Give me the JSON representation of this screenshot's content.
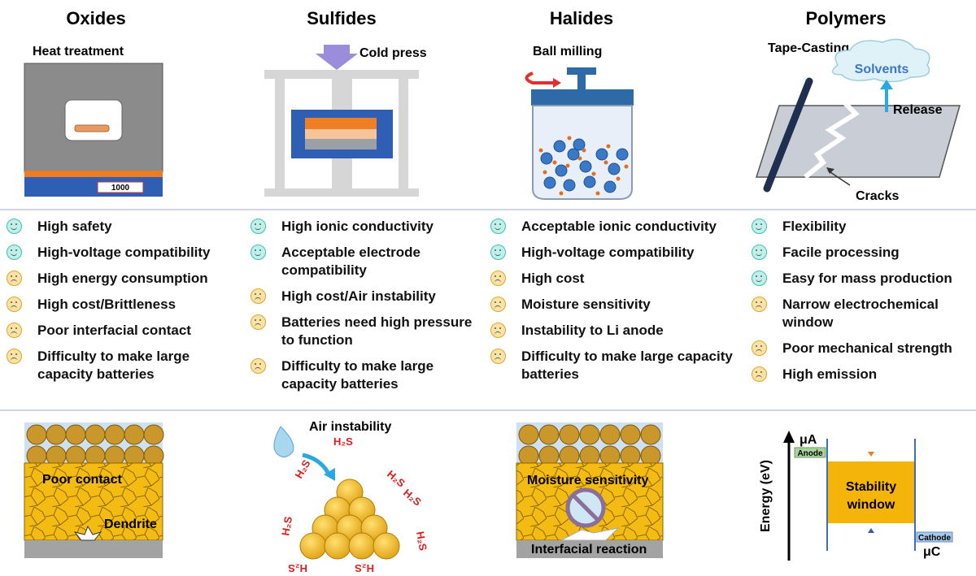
{
  "columns": [
    {
      "title": "Oxides",
      "method": "Heat treatment",
      "display": "1000",
      "items": [
        {
          "text": "High safety",
          "good": true
        },
        {
          "text": "High-voltage compatibility",
          "good": true
        },
        {
          "text": "High energy consumption",
          "good": false
        },
        {
          "text": "High cost/Brittleness",
          "good": false
        },
        {
          "text": "Poor interfacial contact",
          "good": false
        },
        {
          "text": "Difficulty to make large capacity batteries",
          "good": false
        }
      ],
      "bottom_labels": [
        "Poor contact",
        "Dendrite"
      ]
    },
    {
      "title": "Sulfides",
      "method": "Cold press",
      "items": [
        {
          "text": "High ionic conductivity",
          "good": true
        },
        {
          "text": "Acceptable electrode compatibility",
          "good": true
        },
        {
          "text": "High cost/Air instability",
          "good": false
        },
        {
          "text": "Batteries need high pressure to function",
          "good": false
        },
        {
          "text": "Difficulty to make large capacity batteries",
          "good": false
        }
      ],
      "bottom_labels": [
        "Air instability"
      ],
      "gas_label": "H₂S"
    },
    {
      "title": "Halides",
      "method": "Ball milling",
      "items": [
        {
          "text": "Acceptable ionic conductivity",
          "good": true
        },
        {
          "text": "High-voltage compatibility",
          "good": true
        },
        {
          "text": "High cost",
          "good": false
        },
        {
          "text": "Moisture sensitivity",
          "good": false
        },
        {
          "text": "Instability to Li anode",
          "good": false
        },
        {
          "text": "Difficulty to make large capacity batteries",
          "good": false
        }
      ],
      "bottom_labels": [
        "Moisture sensitivity",
        "Interfacial reaction"
      ]
    },
    {
      "title": "Polymers",
      "method": "Tape-Casting",
      "labels": [
        "Solvents",
        "Release",
        "Cracks"
      ],
      "items": [
        {
          "text": "Flexibility",
          "good": true
        },
        {
          "text": "Facile processing",
          "good": true
        },
        {
          "text": "Easy for mass production",
          "good": true
        },
        {
          "text": "Narrow electrochemical window",
          "good": false
        },
        {
          "text": "Poor mechanical strength",
          "good": false
        },
        {
          "text": "High emission",
          "good": false
        }
      ],
      "energy": {
        "axis_label": "Energy (eV)",
        "mu_a": "μA",
        "mu_c": "μC",
        "anode": "Anode",
        "cathode": "Cathode",
        "window": [
          "Stability",
          "window"
        ]
      }
    }
  ],
  "colors": {
    "oxide_particle": "#f2b90f",
    "orange": "#f0821e",
    "blue_panel": "#2f5fb5",
    "sulfide_red": "#e21d1d",
    "good_face": "#3cc1b2",
    "bad_face": "#e0a52a"
  }
}
